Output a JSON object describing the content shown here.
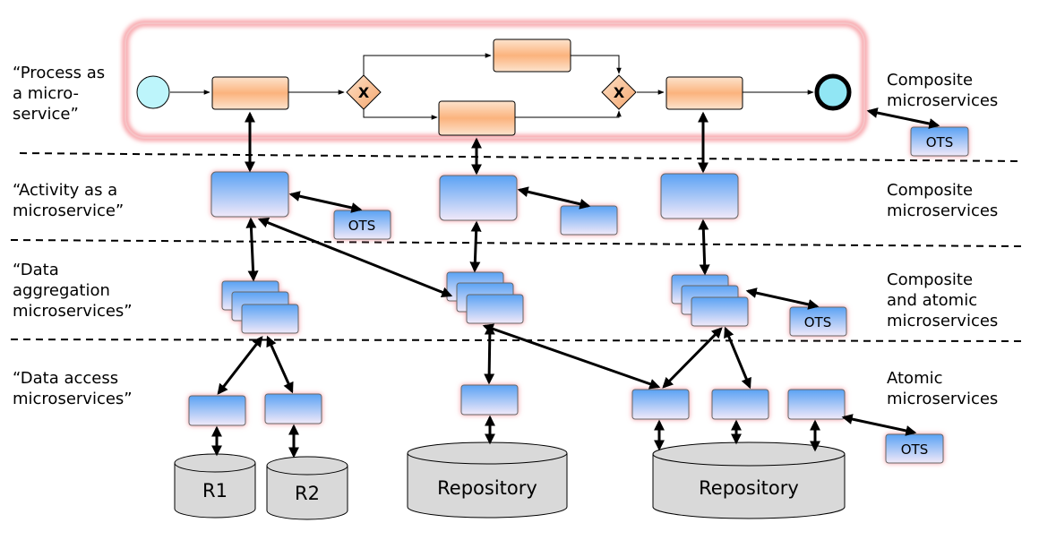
{
  "layers": [
    {
      "id": "process",
      "left_label": "“Process as\na micro-\nservice”",
      "right_label": "Composite\nmicroservices"
    },
    {
      "id": "activity",
      "left_label": "“Activity as a\nmicroservice”",
      "right_label": "Composite\nmicroservices"
    },
    {
      "id": "aggregation",
      "left_label": "“Data\naggregation\nmicroservices”",
      "right_label": "Composite\nand atomic\nmicroservices"
    },
    {
      "id": "access",
      "left_label": "“Data access\nmicroservices”",
      "right_label": "Atomic\nmicroservices"
    }
  ],
  "process": {
    "gateway_symbol": "X"
  },
  "ots_label": "OTS",
  "storage": [
    {
      "id": "r1",
      "label": "R1"
    },
    {
      "id": "r2",
      "label": "R2"
    },
    {
      "id": "repo-a",
      "label": "Repository"
    },
    {
      "id": "repo-b",
      "label": "Repository"
    }
  ],
  "colors": {
    "service_top": "#5aa2f4",
    "service_bottom": "#f1e9f9",
    "service_glow": "#f4a6ad",
    "task_fill": "#fbb37d",
    "task_highlight": "#fde3cd",
    "gateway_fill": "#f7b886",
    "start_event_fill": "#bdf5fb",
    "end_event_fill": "#91e6f4",
    "process_frame": "#f8a9ae",
    "storage_fill": "#d9d9d9"
  }
}
